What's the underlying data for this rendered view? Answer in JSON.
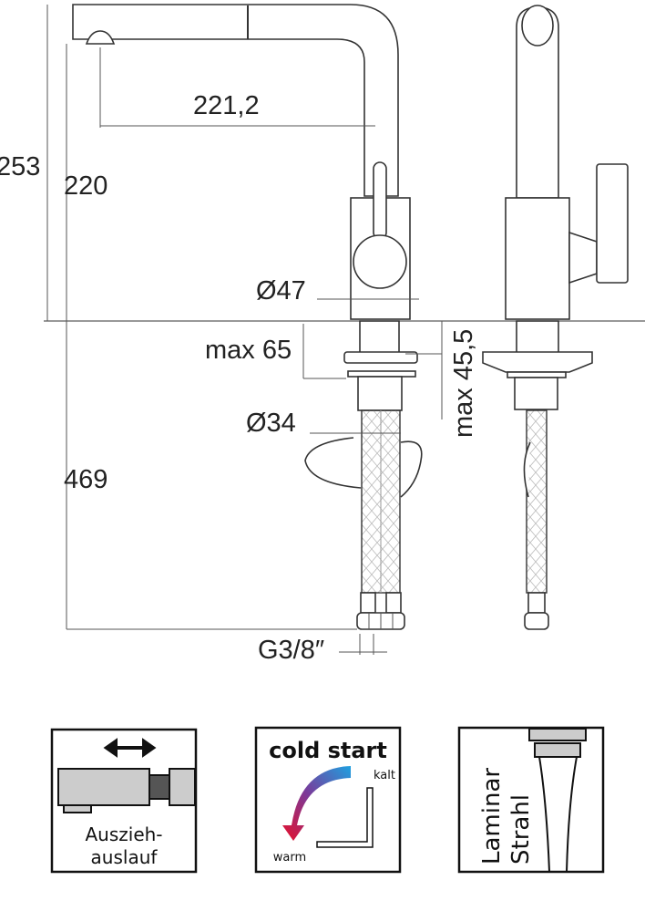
{
  "dimensions": {
    "total_height": "253",
    "spout_height": "220",
    "spout_reach": "221,2",
    "body_diameter": "Ø47",
    "max_deck_thickness": "max 65",
    "max_45": "max 45,5",
    "hole_diameter": "Ø34",
    "hose_length": "469",
    "connection_thread": "G3/8″"
  },
  "icons": {
    "pullout": {
      "line1": "Auszieh-",
      "line2": "auslauf"
    },
    "cold_start": {
      "title": "cold start",
      "cold_label": "kalt",
      "warm_label": "warm",
      "cold_color": "#1ea0e0",
      "warm_color": "#e8102a"
    },
    "laminar": {
      "line1": "Laminar",
      "line2": "Strahl"
    }
  }
}
